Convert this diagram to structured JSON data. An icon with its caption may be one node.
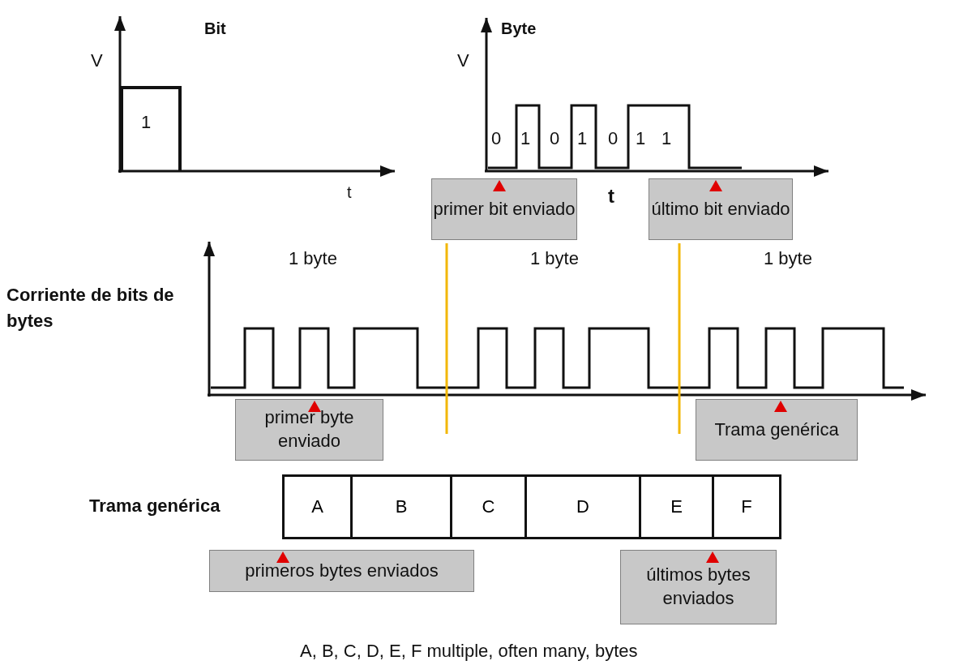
{
  "diagram": {
    "caption": "A, B, C, D, E, F multiple, often many, bytes",
    "nodes": [
      {
        "text": [
          "primer bit enviado"
        ]
      },
      {
        "text": [
          "último bit enviado"
        ]
      },
      {
        "text": [
          "primer byte enviado"
        ]
      },
      {
        "text": [
          "Trama genérica"
        ]
      },
      {
        "text": [
          "Trama genérica"
        ]
      },
      {
        "text": [
          "A"
        ],
        "in": 4
      },
      {
        "text": [
          "B"
        ],
        "in": 4
      },
      {
        "text": [
          "C"
        ],
        "in": 4
      },
      {
        "text": [
          "D"
        ],
        "in": 4
      },
      {
        "text": [
          "E"
        ],
        "in": 4
      },
      {
        "text": [
          "F"
        ],
        "in": 4
      },
      {
        "text": [
          "primeros bytes enviados"
        ]
      },
      {
        "text": [
          "últimos bytes enviados"
        ]
      }
    ],
    "labels": [
      "Bit",
      "V",
      "1",
      "t",
      "Byte",
      "V",
      "0",
      "1",
      "0",
      "1",
      "0",
      "1",
      "1",
      "t",
      "Corriente de bits de bytes",
      "1 byte",
      "1 byte",
      "1 byte"
    ]
  }
}
